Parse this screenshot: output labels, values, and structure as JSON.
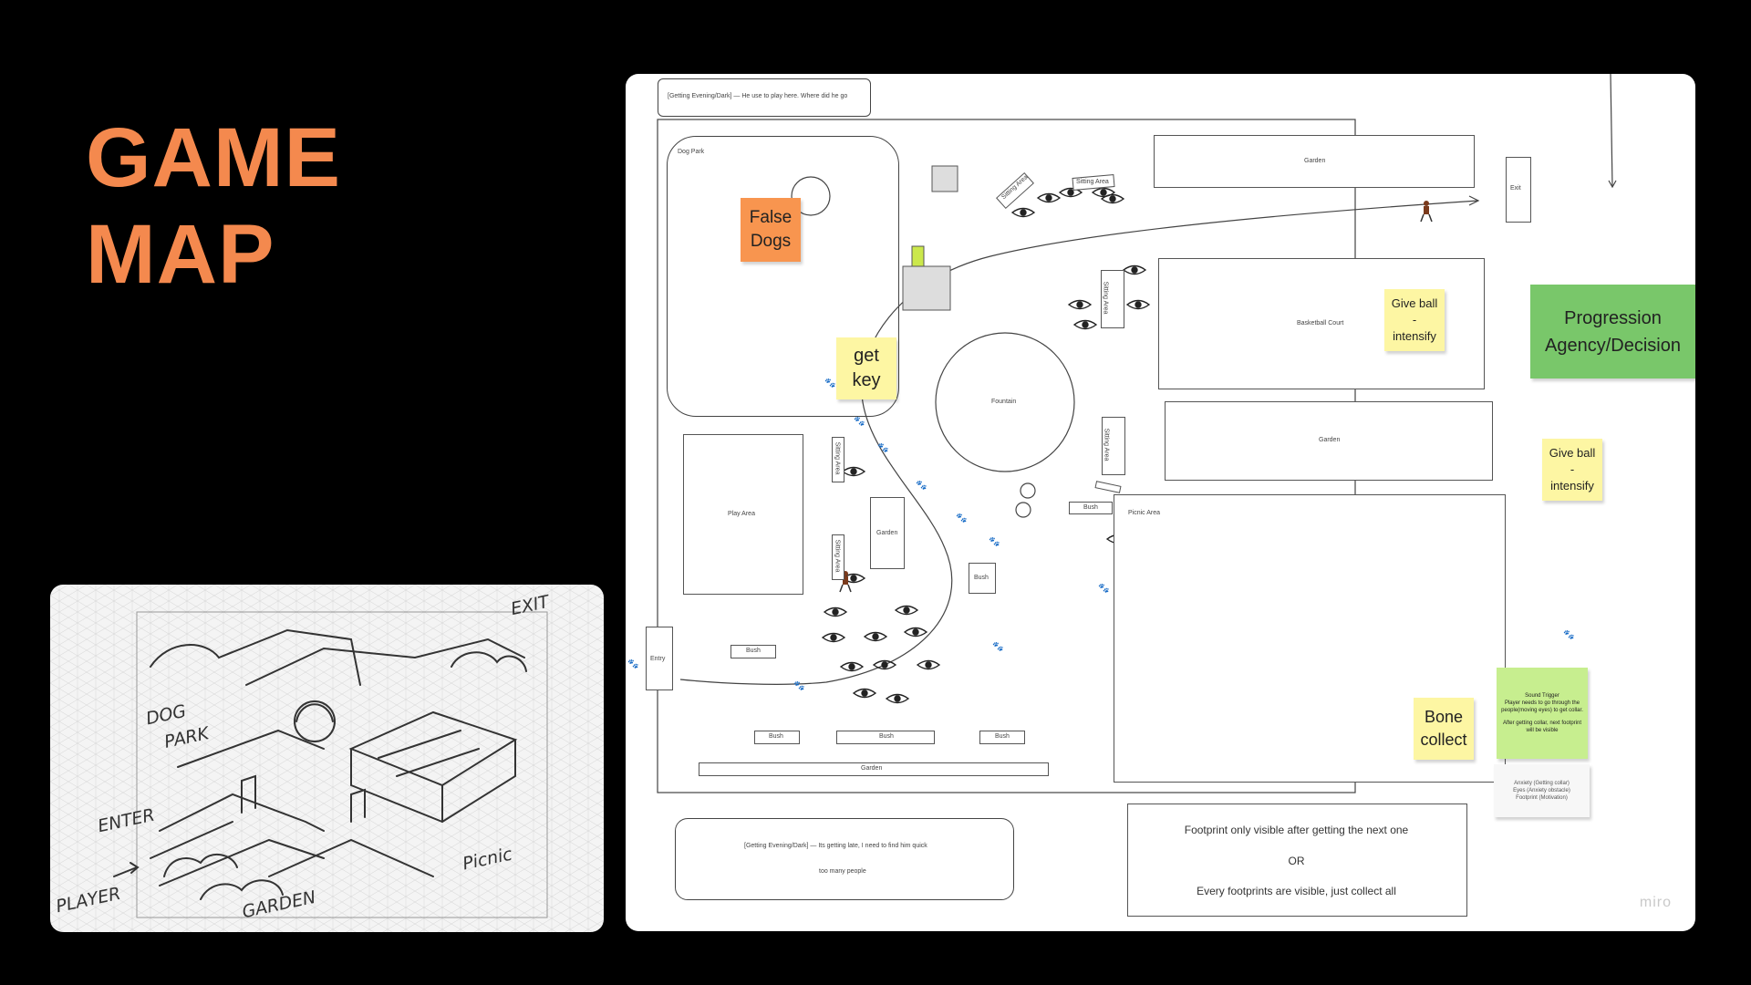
{
  "slide": {
    "title_line1": "GAME",
    "title_line2": "MAP"
  },
  "sketch": {
    "labels": {
      "dog_park_1": "DOG",
      "dog_park_2": "PARK",
      "exit": "EXIT",
      "enter": "ENTER",
      "player": "PLAYER",
      "garden": "GARDEN",
      "picnic": "Picnic"
    }
  },
  "board": {
    "top_caption": "[Getting Evening/Dark]  —  He use to play here. Where did he go",
    "bottom_caption": "[Getting Evening/Dark]  —  Its getting late, I need to find him quick",
    "bottom_caption_2": "too many people",
    "zones": {
      "dog_park": "Dog Park",
      "garden_top": "Garden",
      "exit": "Exit",
      "basketball": "Basketball Court",
      "fountain": "Fountain",
      "garden_mid": "Garden",
      "play_area": "Play Area",
      "garden_small": "Garden",
      "picnic": "Picnic Area",
      "entry": "Entry",
      "garden_bottom": "Garden",
      "sitting_1": "Sitting Area",
      "sitting_2": "Sitting Area",
      "sitting_3": "Sitting Area",
      "sitting_4": "Sitting Area",
      "sitting_5": "Sitting Area",
      "sitting_6": "Sitting Area",
      "bush_1": "Bush",
      "bush_2": "Bush",
      "bush_3": "Bush",
      "bush_4": "Bush",
      "bush_5": "Bush",
      "bush_6": "Bush"
    },
    "notes": {
      "false_dogs": [
        "False",
        "Dogs"
      ],
      "get_key": [
        "get",
        "key"
      ],
      "give_ball_1": [
        "Give ball",
        "-",
        "intensify"
      ],
      "give_ball_2": [
        "Give ball",
        "-",
        "intensify"
      ],
      "progression": [
        "Progression",
        "Agency/Decision"
      ],
      "bone_collect": [
        "Bone",
        "collect"
      ],
      "sound_trigger": [
        "Sound Trigger",
        "Player needs to go through the people(moving eyes) to get collar.",
        "After getting collar, next footprint will be visible"
      ],
      "legend": [
        "Anxiety (Getting collar)",
        "Eyes (Anxiety obstacle)",
        "Footprint (Motivation)"
      ]
    },
    "footprint_box": {
      "line1": "Footprint only visible after getting the next one",
      "line2": "OR",
      "line3": "Every footprints are visible, just collect all"
    },
    "watermark": "miro"
  },
  "colors": {
    "title": "#f4894e",
    "note_orange": "#f8954f",
    "note_yellow": "#fdf6a3",
    "note_green": "#79c76a",
    "note_lime": "#c7ee8f"
  }
}
